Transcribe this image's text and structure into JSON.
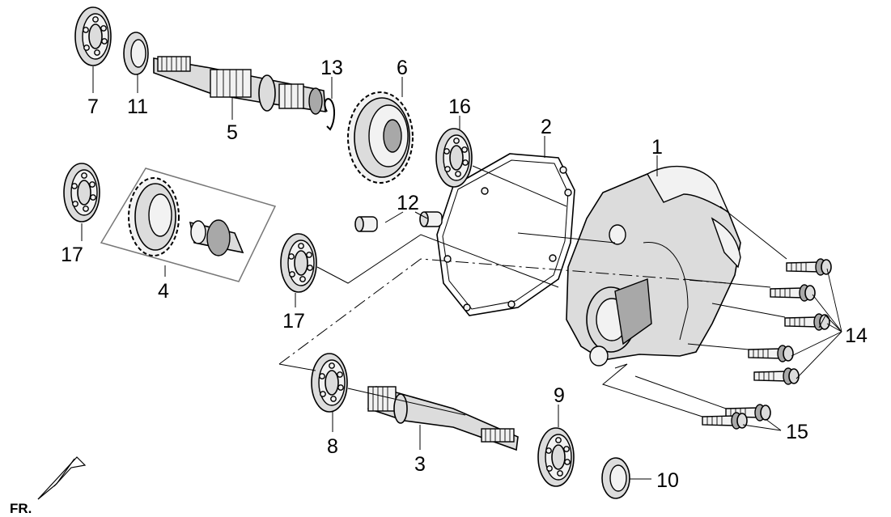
{
  "labels": {
    "p1": "1",
    "p2": "2",
    "p3": "3",
    "p4": "4",
    "p5": "5",
    "p6": "6",
    "p7": "7",
    "p8": "8",
    "p9": "9",
    "p10": "10",
    "p11": "11",
    "p12": "12",
    "p13": "13",
    "p14": "14",
    "p15": "15",
    "p16": "16",
    "p17a": "17",
    "p17b": "17"
  },
  "orientation": {
    "front": "FR."
  }
}
